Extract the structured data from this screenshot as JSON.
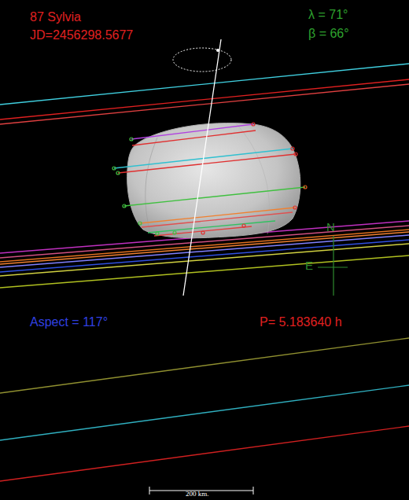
{
  "diagram": {
    "labels": [
      "87 Sylvia",
      "JD=2456298.5677",
      "λ = 71°",
      "β = 66°",
      "N",
      "E",
      "Aspect = 117°",
      "P= 5.183640 h",
      "200 km."
    ]
  }
}
